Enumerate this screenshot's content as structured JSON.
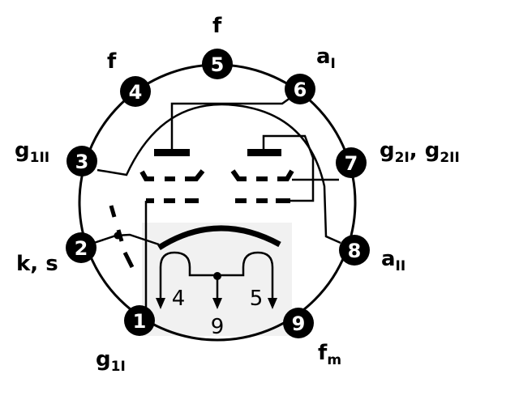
{
  "diagram": {
    "pins": [
      {
        "num": "1",
        "label": "g",
        "sub": "1I"
      },
      {
        "num": "2",
        "label": "k, s",
        "sub": ""
      },
      {
        "num": "3",
        "label": "g",
        "sub": "1II"
      },
      {
        "num": "4",
        "label": "f",
        "sub": ""
      },
      {
        "num": "5",
        "label": "f",
        "sub": ""
      },
      {
        "num": "6",
        "label": "a",
        "sub": "I"
      },
      {
        "num": "7",
        "label": "g",
        "sub": "2I",
        "label2": ", g",
        "sub2": "2II"
      },
      {
        "num": "8",
        "label": "a",
        "sub": "II"
      },
      {
        "num": "9",
        "label": "f",
        "sub": "m"
      }
    ],
    "heater_labels": [
      "4",
      "9",
      "5"
    ]
  }
}
